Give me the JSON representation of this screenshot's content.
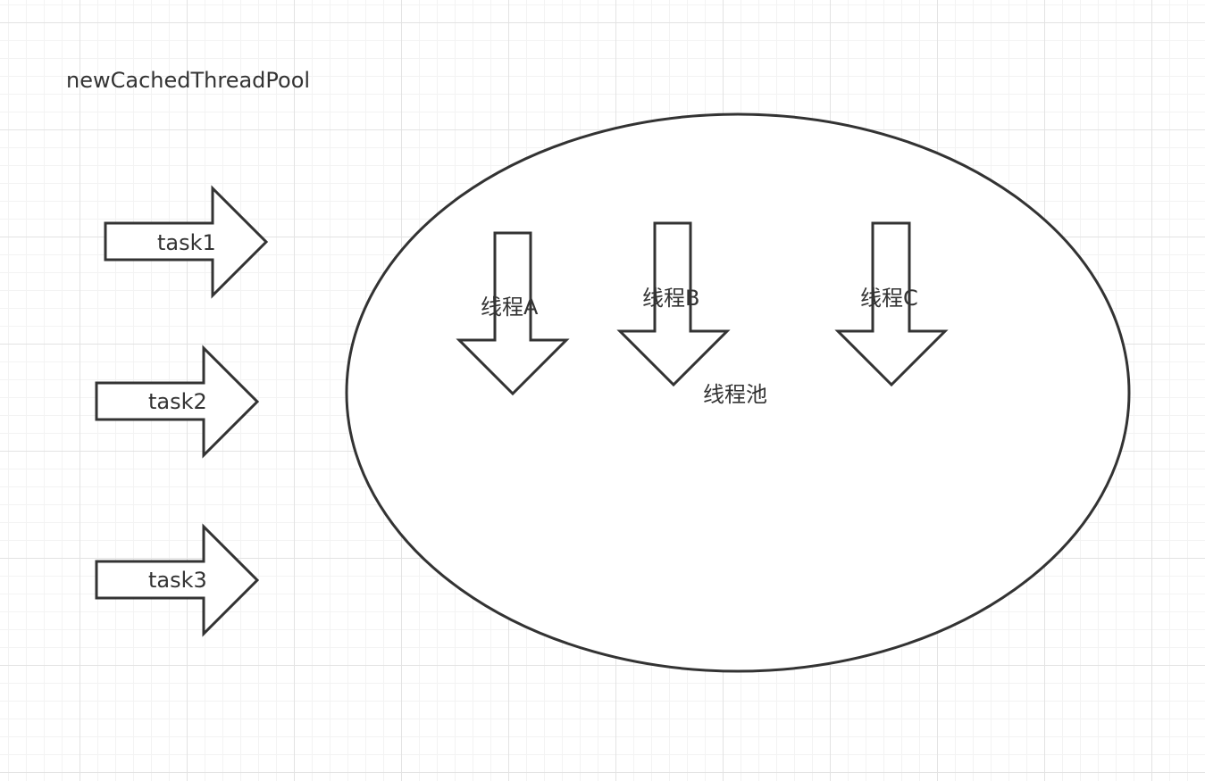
{
  "title": "newCachedThreadPool",
  "pool": {
    "label": "线程池"
  },
  "tasks": [
    {
      "label": "task1"
    },
    {
      "label": "task2"
    },
    {
      "label": "task3"
    }
  ],
  "threads": [
    {
      "label": "线程A"
    },
    {
      "label": "线程B"
    },
    {
      "label": "线程C"
    }
  ],
  "colors": {
    "stroke": "#333333",
    "fill": "#ffffff",
    "grid_major": "#e3e3e3",
    "grid_minor": "#f3f3f3"
  }
}
